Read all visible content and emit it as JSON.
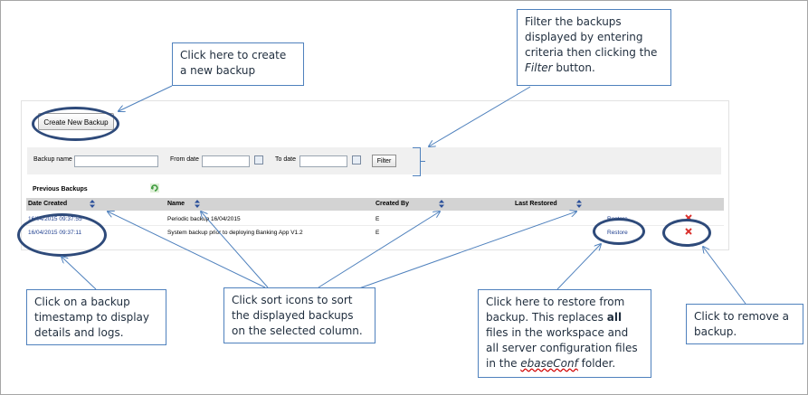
{
  "callouts": {
    "create": "Click here to create a new backup",
    "filter_pre": "Filter the backups displayed by entering criteria then clicking the",
    "filter_em": "Filter",
    "filter_post": "button.",
    "timestamp": "Click on a backup timestamp to display details and logs.",
    "sort": "Click sort icons to sort the displayed backups on the selected column.",
    "restore_pre": "Click here to restore from backup. This replaces",
    "restore_all": "all",
    "restore_mid": "files in the workspace and all server configuration files in the",
    "restore_folder": "ebaseConf",
    "restore_post": "folder.",
    "remove": "Click to remove a backup."
  },
  "toolbar": {
    "create_label": "Create New Backup"
  },
  "filter": {
    "name_label": "Backup name",
    "from_label": "From date",
    "to_label": "To date",
    "button_label": "Filter",
    "name_value": "",
    "from_value": "",
    "to_value": ""
  },
  "section_title": "Previous Backups",
  "columns": [
    "Date Created",
    "Name",
    "Created By",
    "Last Restored"
  ],
  "rows": [
    {
      "date": "16/04/2015 09:37:55",
      "name": "Periodic backup 16/04/2015",
      "by": "E",
      "last_restored": "",
      "action": "Restore"
    },
    {
      "date": "16/04/2015 09:37:11",
      "name": "System backup prior to deploying Banking App V1.2",
      "by": "E",
      "last_restored": "",
      "action": "Restore"
    }
  ],
  "icons": {
    "sort": "sort-icon",
    "delete": "delete-icon",
    "calendar": "calendar-icon",
    "refresh": "refresh-icon"
  },
  "colors": {
    "callout_border": "#4f81bd",
    "highlight": "#2e4a7a",
    "delete": "#d9302c",
    "link": "#1f3f8f"
  }
}
